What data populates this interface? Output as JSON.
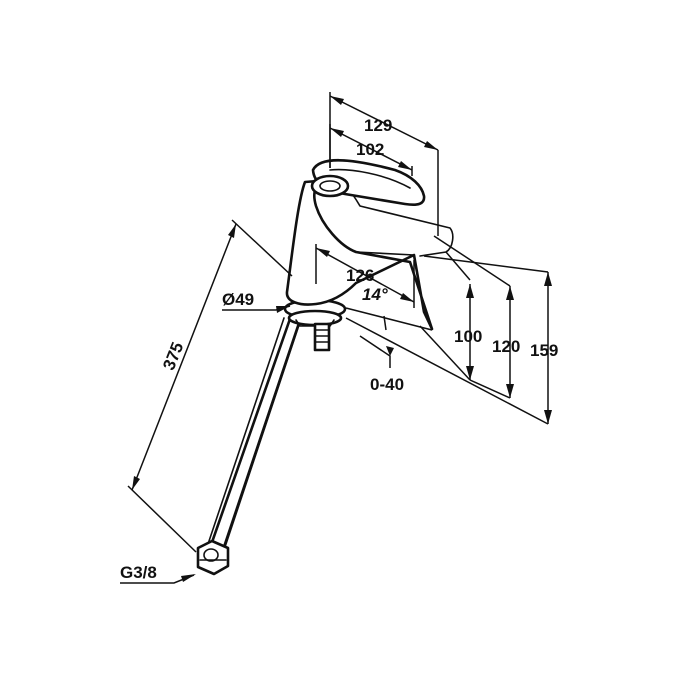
{
  "dimensions": {
    "width_overall": "129",
    "width_spout": "102",
    "spout_reach": "126",
    "spout_angle": "14°",
    "hose_length": "375",
    "base_diameter": "Ø49",
    "height_spout": "100",
    "height_mid": "120",
    "height_overall": "159",
    "deck_thickness": "0-40",
    "connection_thread": "G3/8"
  },
  "colors": {
    "line": "#111111",
    "background": "#ffffff"
  }
}
